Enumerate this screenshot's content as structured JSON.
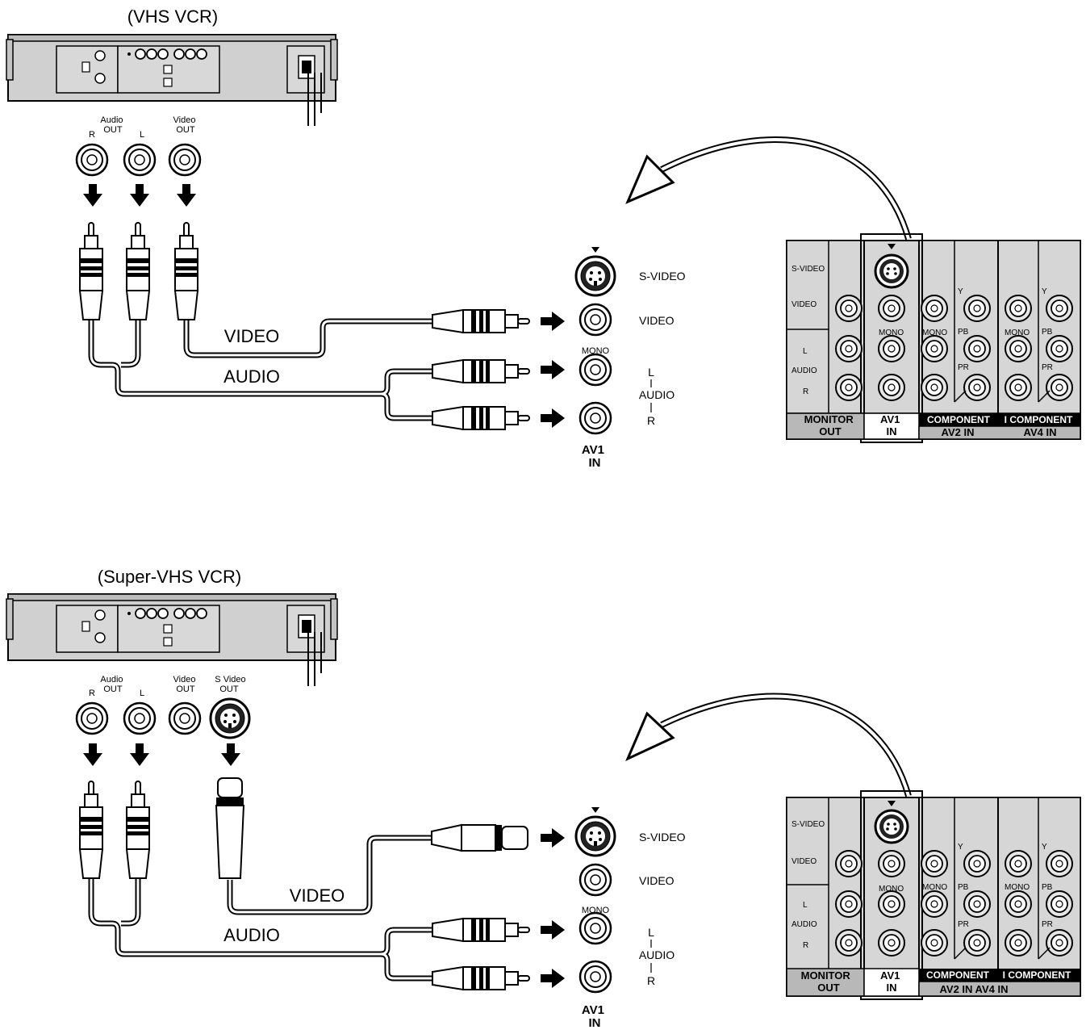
{
  "top": {
    "title": "(VHS VCR)",
    "audio_out": "Audio\nOUT",
    "r": "R",
    "l": "L",
    "video_out": "Video\nOUT",
    "cable_video": "VIDEO",
    "cable_audio": "AUDIO",
    "jack_svideo": "S-VIDEO",
    "jack_video": "VIDEO",
    "jack_mono": "MONO",
    "jack_l": "L",
    "jack_audio": "AUDIO",
    "jack_r": "R",
    "av1_in": "AV1\nIN"
  },
  "bottom": {
    "title": "(Super-VHS VCR)",
    "audio_out": "Audio\nOUT",
    "r": "R",
    "l": "L",
    "video_out": "Video\nOUT",
    "svideo_out": "S Video\nOUT",
    "cable_video": "VIDEO",
    "cable_audio": "AUDIO",
    "jack_svideo": "S-VIDEO",
    "jack_video": "VIDEO",
    "jack_mono": "MONO",
    "jack_l": "L",
    "jack_audio": "AUDIO",
    "jack_r": "R",
    "av1_in": "AV1\nIN"
  },
  "panel_top": {
    "svideo": "S-VIDEO",
    "video": "VIDEO",
    "l": "L",
    "audio": "AUDIO",
    "r": "R",
    "mono1": "MONO",
    "mono2": "MONO",
    "mono3": "MONO",
    "y1": "Y",
    "y2": "Y",
    "pb1": "PB",
    "pb2": "PB",
    "pr1": "PR",
    "pr2": "PR",
    "monitor_out": "MONITOR\nOUT",
    "av1_in": "AV1\nIN",
    "component1": "COMPONENT",
    "av2_in": "AV2 IN",
    "component2": "I COMPONENT",
    "av4_in": "AV4 IN"
  },
  "panel_bottom": {
    "svideo": "S-VIDEO",
    "video": "VIDEO",
    "l": "L",
    "audio": "AUDIO",
    "r": "R",
    "mono1": "MONO",
    "mono2": "MONO",
    "mono3": "MONO",
    "y1": "Y",
    "y2": "Y",
    "pb1": "PB",
    "pb2": "PB",
    "pr1": "PR",
    "pr2": "PR",
    "monitor_out": "MONITOR\nOUT",
    "av1_in": "AV1\nIN",
    "component1": "COMPONENT",
    "av2_in": "AV2 IN AV4 IN",
    "component2": "I COMPONENT"
  }
}
